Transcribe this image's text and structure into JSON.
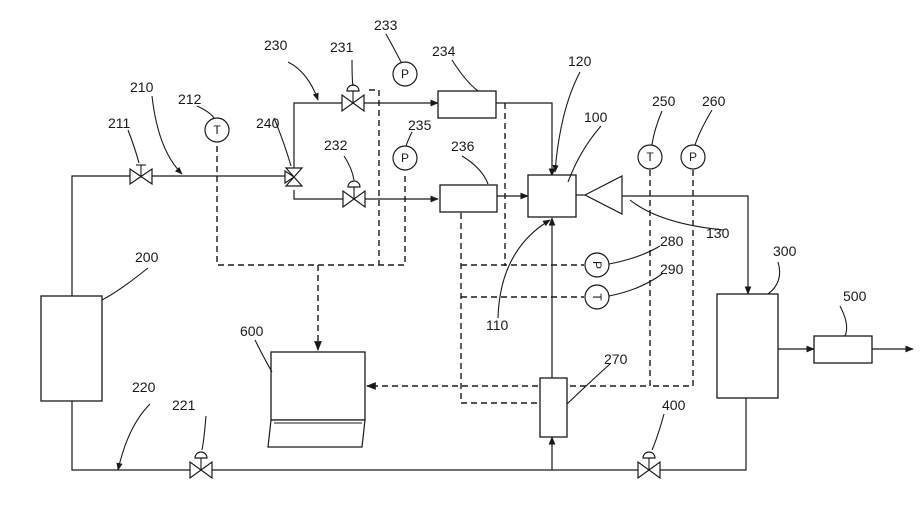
{
  "labels": {
    "n100": "100",
    "n110": "110",
    "n120": "120",
    "n130": "130",
    "n200": "200",
    "n210": "210",
    "n211": "211",
    "n212": "212",
    "n220": "220",
    "n221": "221",
    "n230": "230",
    "n231": "231",
    "n232": "232",
    "n233": "233",
    "n234": "234",
    "n235": "235",
    "n236": "236",
    "n240": "240",
    "n250": "250",
    "n260": "260",
    "n270": "270",
    "n280": "280",
    "n290": "290",
    "n300": "300",
    "n400": "400",
    "n500": "500",
    "n600": "600"
  },
  "gauges": {
    "t212": "T",
    "p233": "P",
    "p235": "P",
    "t250": "T",
    "p260": "P",
    "p280": "P",
    "t290": "T"
  }
}
